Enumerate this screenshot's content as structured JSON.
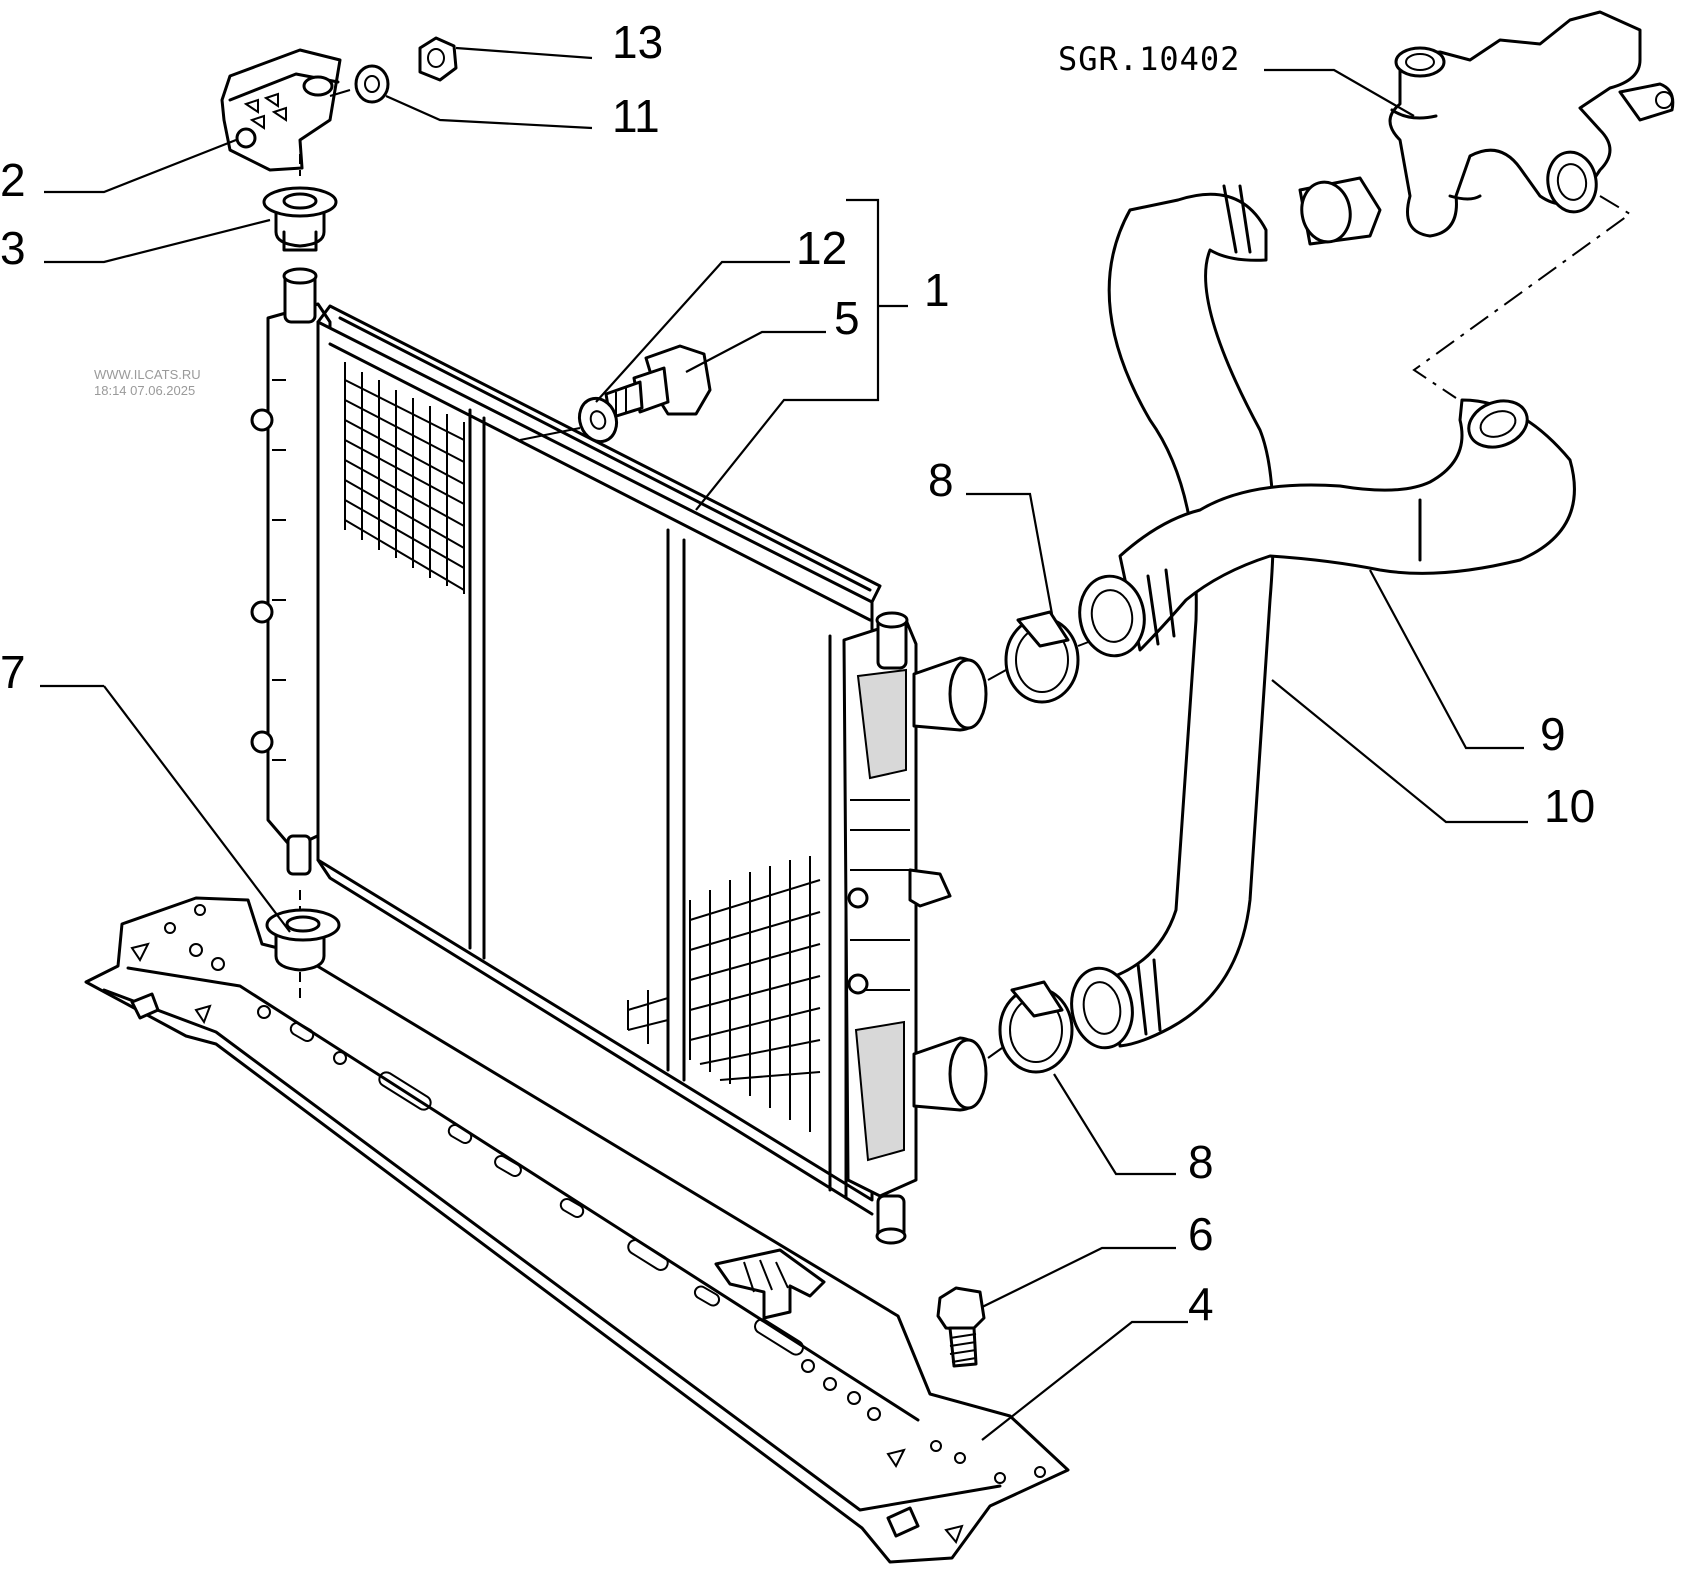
{
  "watermark": {
    "site": "WWW.ILCATS.RU",
    "timestamp": "18:14 07.06.2025"
  },
  "reference": "SGR.10402",
  "callouts": {
    "c1": "1",
    "c2": "2",
    "c3": "3",
    "c4": "4",
    "c5": "5",
    "c6": "6",
    "c7": "7",
    "c8_top": "8",
    "c8_bottom": "8",
    "c9": "9",
    "c10": "10",
    "c11": "11",
    "c12": "12",
    "c13": "13"
  }
}
